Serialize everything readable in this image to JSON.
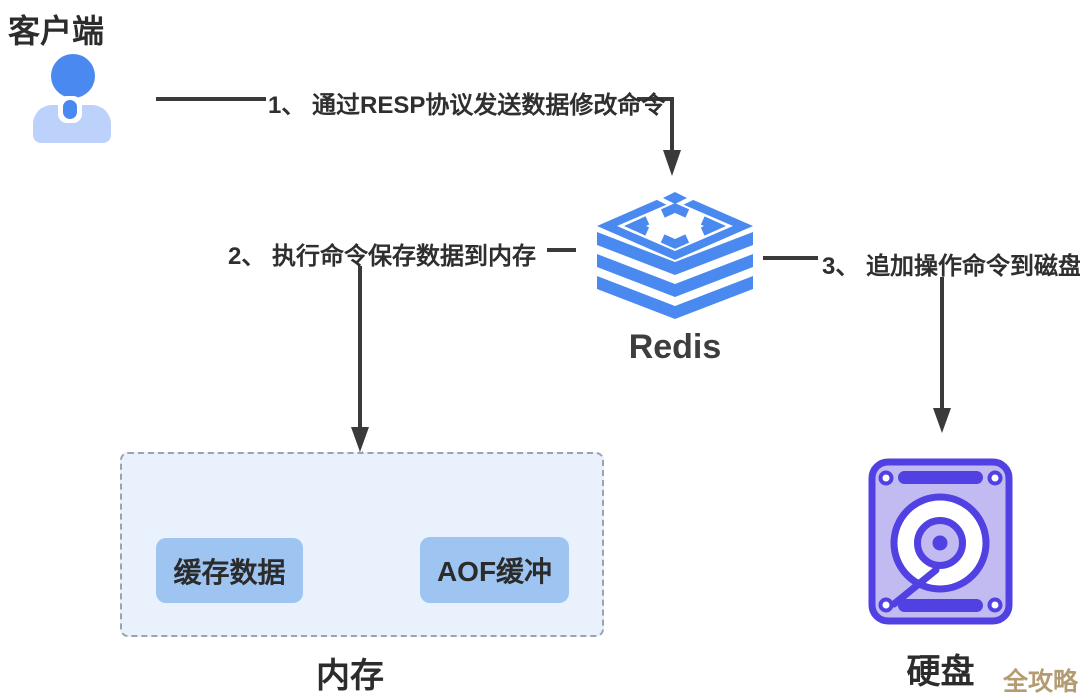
{
  "nodes": {
    "client": {
      "label": "客户端",
      "icon": "person-icon"
    },
    "redis": {
      "label": "Redis",
      "icon": "redis-stack-icon"
    },
    "memory": {
      "label": "内存",
      "children": [
        {
          "label": "缓存数据"
        },
        {
          "label": "AOF缓冲"
        }
      ]
    },
    "disk": {
      "label": "硬盘",
      "icon": "hard-disk-icon"
    }
  },
  "steps": [
    {
      "label": "1、 通过RESP协议发送数据修改命令"
    },
    {
      "label": "2、 执行命令保存数据到内存"
    },
    {
      "label": "3、 追加操作命令到磁盘"
    }
  ],
  "watermark": {
    "text": "全攻略"
  },
  "colors": {
    "ink": "#2c2c2c",
    "line": "#3a3a3a",
    "blue": "#4a8af0",
    "blue-body": "#bdd2fa",
    "box-blue": "#9ec5f2",
    "mem-fill": "#e9f1fc",
    "mem-border": "#9aa4ad",
    "purple": "#5140e2",
    "purple-light": "#c1bbf2",
    "watermark": "#b49b72"
  }
}
